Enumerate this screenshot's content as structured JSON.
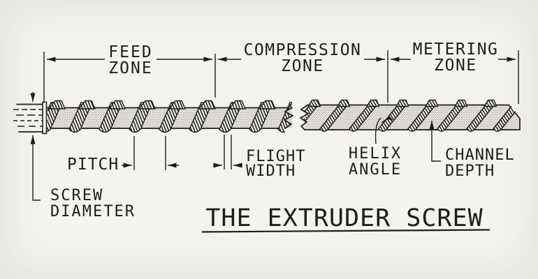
{
  "title": "THE EXTRUDER SCREW",
  "zones": {
    "feed_l1": "FEED",
    "feed_l2": "ZONE",
    "compression_l1": "COMPRESSION",
    "compression_l2": "ZONE",
    "metering_l1": "METERING",
    "metering_l2": "ZONE"
  },
  "labels": {
    "pitch": "PITCH",
    "flight_l1": "FLIGHT",
    "flight_l2": "WIDTH",
    "helix_l1": "HELIX",
    "helix_l2": "ANGLE",
    "channel_l1": "CHANNEL",
    "channel_l2": "DEPTH",
    "screw_l1": "SCREW",
    "screw_l2": "DIAMETER"
  },
  "colors": {
    "ink": "#1e1e1e",
    "paper": "#f4f3ef"
  }
}
